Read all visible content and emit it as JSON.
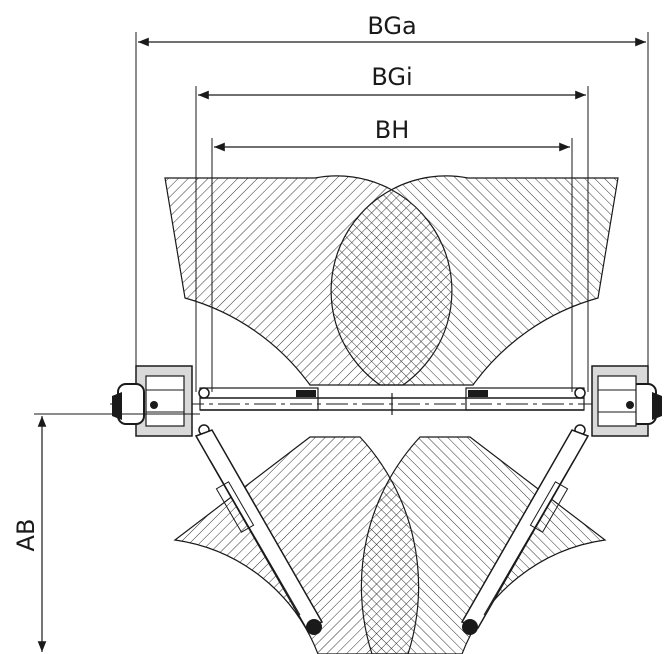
{
  "dimensions": {
    "outer_width": "BGa",
    "inner_width": "BGi",
    "drive_through": "BH",
    "arm_depth": "AB"
  },
  "colors": {
    "line": "#1a1a1a",
    "hatch": "#333333",
    "column_fill": "#d9d9d9",
    "background": "#ffffff"
  }
}
